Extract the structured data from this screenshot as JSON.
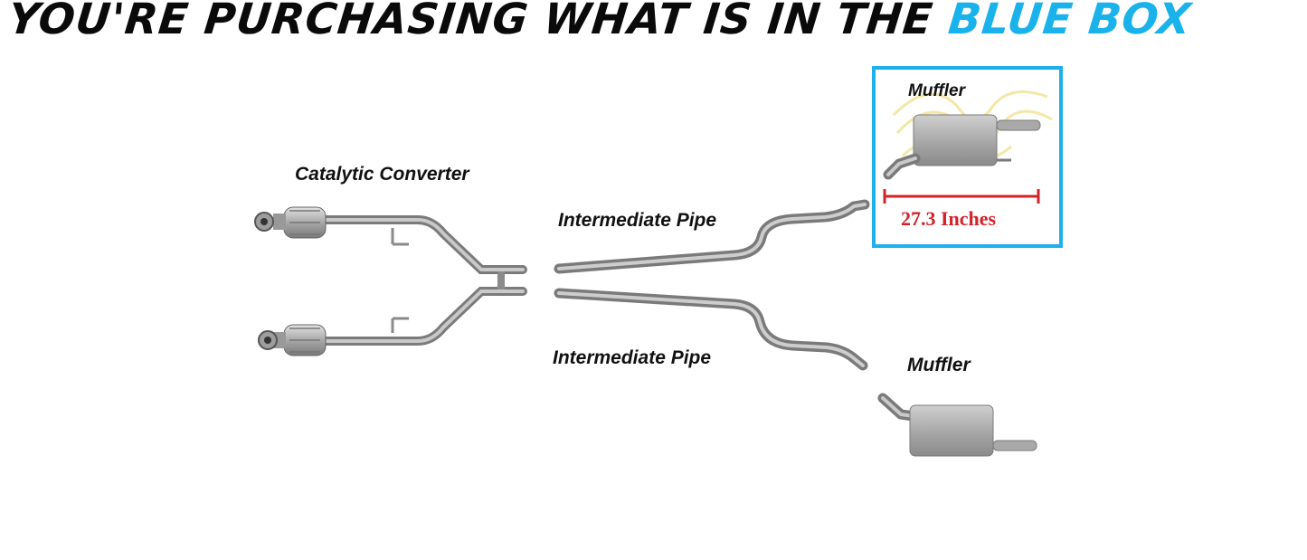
{
  "banner": {
    "prefix": "YOU'RE PURCHASING WHAT IS IN THE",
    "highlight": "BLUE BOX",
    "highlight_color": "#1ab2ea"
  },
  "parts": {
    "catalytic_converter": "Catalytic Converter",
    "intermediate_pipe_upper": "Intermediate Pipe",
    "intermediate_pipe_lower": "Intermediate Pipe",
    "muffler_boxed": "Muffler",
    "muffler_lower": "Muffler"
  },
  "blue_box": {
    "border_color": "#1fb0ea",
    "measurement": "27.3 Inches",
    "measurement_color": "#d3232a"
  }
}
